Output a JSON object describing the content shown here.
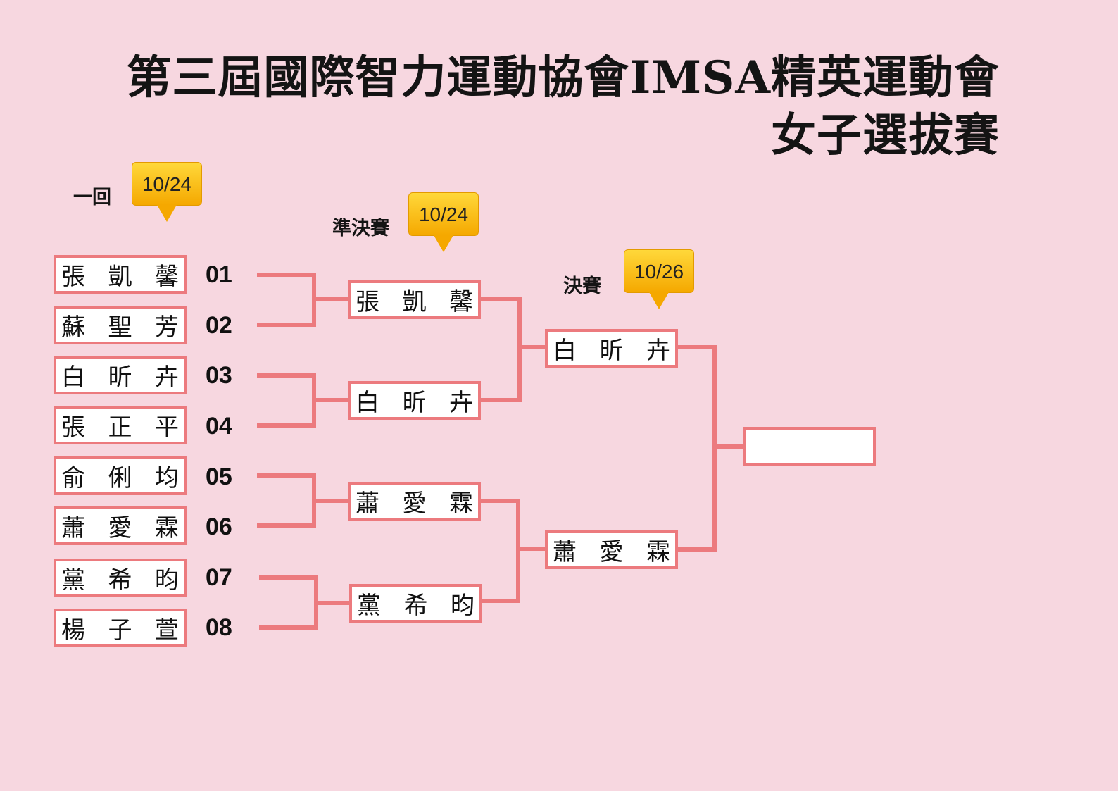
{
  "title": {
    "line1": "第三屆國際智力運動協會IMSA精英運動會",
    "line2": "女子選拔賽"
  },
  "rounds": [
    {
      "label": "一回",
      "date": "10/24"
    },
    {
      "label": "準決賽",
      "date": "10/24"
    },
    {
      "label": "決賽",
      "date": "10/26"
    }
  ],
  "first_round": [
    {
      "num": "01",
      "name": [
        "張",
        "凱",
        "馨"
      ]
    },
    {
      "num": "02",
      "name": [
        "蘇",
        "聖",
        "芳"
      ]
    },
    {
      "num": "03",
      "name": [
        "白",
        "昕",
        "卉"
      ]
    },
    {
      "num": "04",
      "name": [
        "張",
        "正",
        "平"
      ]
    },
    {
      "num": "05",
      "name": [
        "俞",
        "俐",
        "均"
      ]
    },
    {
      "num": "06",
      "name": [
        "蕭",
        "愛",
        "霖"
      ]
    },
    {
      "num": "07",
      "name": [
        "黨",
        "希",
        "昀"
      ]
    },
    {
      "num": "08",
      "name": [
        "楊",
        "子",
        "萱"
      ]
    }
  ],
  "semifinal": [
    {
      "name": [
        "張",
        "凱",
        "馨"
      ]
    },
    {
      "name": [
        "白",
        "昕",
        "卉"
      ]
    },
    {
      "name": [
        "蕭",
        "愛",
        "霖"
      ]
    },
    {
      "name": [
        "黨",
        "希",
        "昀"
      ]
    }
  ],
  "final": [
    {
      "name": [
        "白",
        "昕",
        "卉"
      ]
    },
    {
      "name": [
        "蕭",
        "愛",
        "霖"
      ]
    }
  ],
  "champion": {
    "name": ""
  },
  "colors": {
    "background": "#f7d7e0",
    "bracket": "#ec7a7e",
    "bubble": "#f5a800"
  }
}
